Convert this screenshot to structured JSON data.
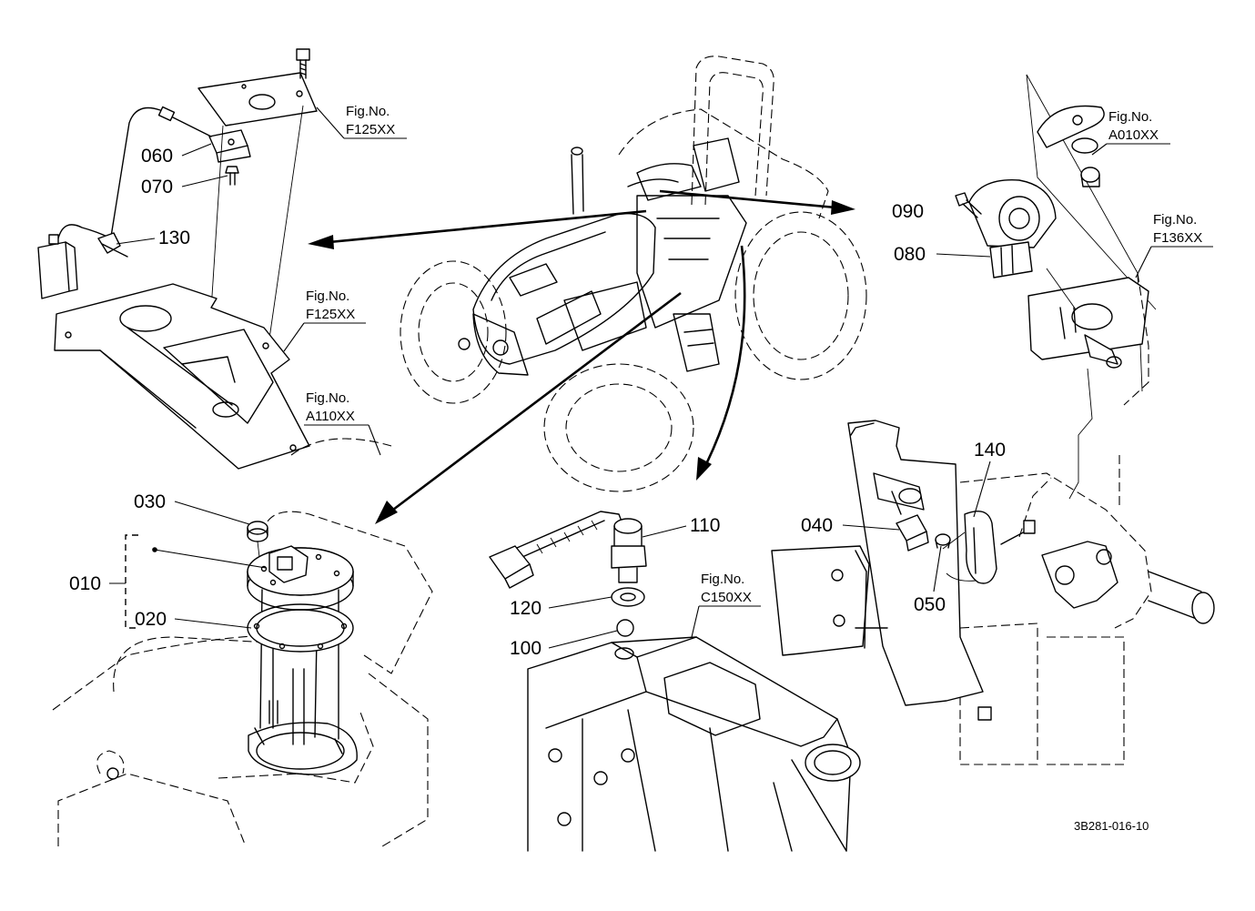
{
  "diagram_code": "3B281-016-10",
  "parts": [
    {
      "id": "010"
    },
    {
      "id": "020"
    },
    {
      "id": "030"
    },
    {
      "id": "040"
    },
    {
      "id": "050"
    },
    {
      "id": "060"
    },
    {
      "id": "070"
    },
    {
      "id": "080"
    },
    {
      "id": "090"
    },
    {
      "id": "100"
    },
    {
      "id": "110"
    },
    {
      "id": "120"
    },
    {
      "id": "130"
    },
    {
      "id": "140"
    }
  ],
  "figure_refs": [
    {
      "label": "Fig.No.",
      "code": "F125XX"
    },
    {
      "label": "Fig.No.",
      "code": "F125XX"
    },
    {
      "label": "Fig.No.",
      "code": "A110XX"
    },
    {
      "label": "Fig.No.",
      "code": "A010XX"
    },
    {
      "label": "Fig.No.",
      "code": "F136XX"
    },
    {
      "label": "Fig.No.",
      "code": "C150XX"
    }
  ]
}
